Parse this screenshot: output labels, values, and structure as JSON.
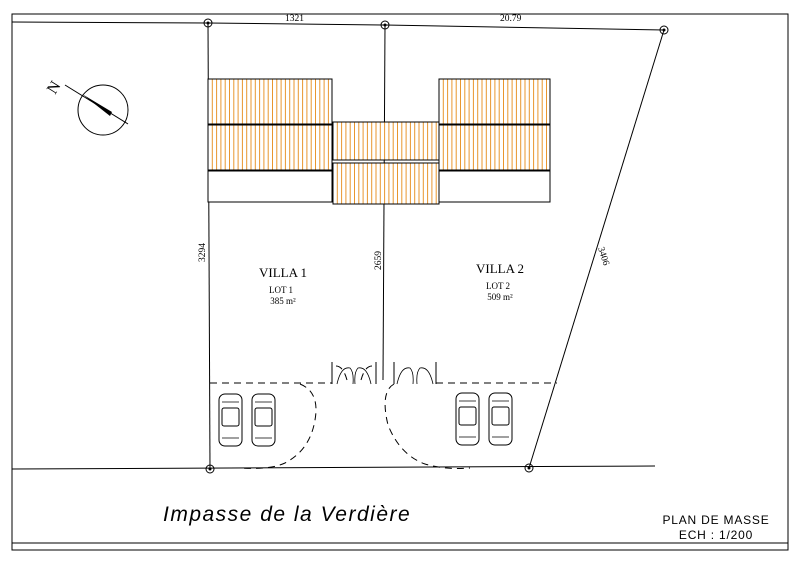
{
  "dimensions": {
    "top_left": "1321",
    "top_right": "20.79",
    "left": "3294",
    "middle": "2659",
    "right": "3406"
  },
  "lots": [
    {
      "villa": "VILLA 1",
      "lot": "LOT 1",
      "area": "385 m²"
    },
    {
      "villa": "VILLA 2",
      "lot": "LOT 2",
      "area": "509 m²"
    }
  ],
  "north": {
    "label": "N",
    "icon": "compass-north-icon"
  },
  "street": {
    "name": "Impasse de la Verdière"
  },
  "title_block": {
    "line1": "PLAN DE MASSE",
    "line2": "ECH : 1/200"
  },
  "colors": {
    "tile_stripe": "#e8962e",
    "ink": "#000000"
  }
}
